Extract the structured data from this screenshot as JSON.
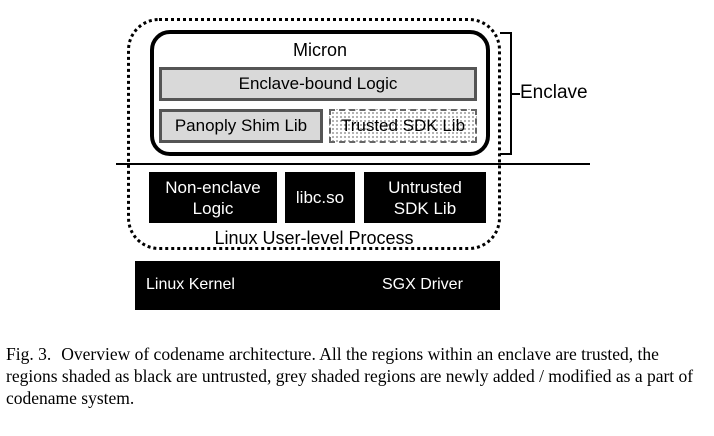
{
  "diagram": {
    "micron_title": "Micron",
    "enclave_logic": "Enclave-bound Logic",
    "shim_lib": "Panoply Shim Lib",
    "trusted_sdk_lib": "Trusted SDK Lib",
    "enclave_label": "Enclave",
    "nonenclave_logic_line1": "Non-enclave",
    "nonenclave_logic_line2": "Logic",
    "libc": "libc.so",
    "untrusted_sdk_line1": "Untrusted",
    "untrusted_sdk_line2": "SDK Lib",
    "process_label": "Linux User-level Process",
    "kernel_label": "Linux Kernel",
    "sgx_driver_label": "SGX Driver"
  },
  "caption": {
    "figure_number": "Fig. 3.",
    "text": "Overview of codename architecture. All the regions within an enclave are trusted, the regions shaded as black are untrusted, grey shaded regions are newly added / modified as a part of codename system."
  },
  "colors": {
    "grey_fill": "#d9d9d9",
    "black_fill": "#000000",
    "background": "#ffffff"
  }
}
